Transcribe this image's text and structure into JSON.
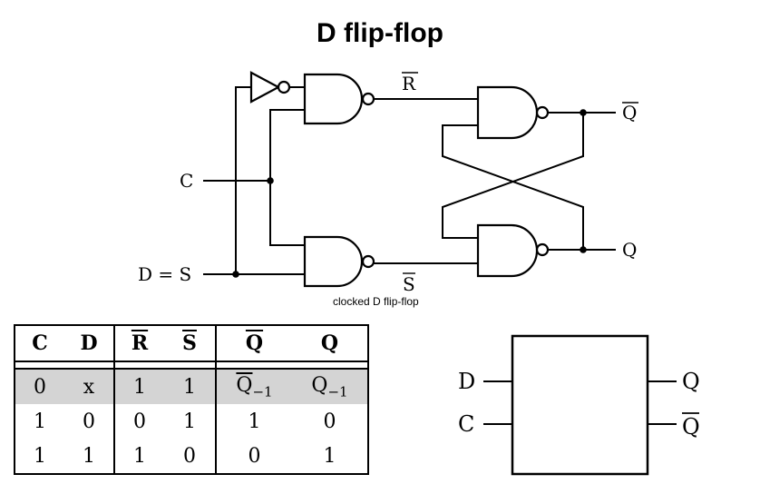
{
  "title": "D flip-flop",
  "circuit": {
    "caption": "clocked D flip-flop",
    "inputs": {
      "c": "C",
      "d": "D = S"
    },
    "internal": {
      "r_bar": "R",
      "s_bar": "S"
    },
    "outputs": {
      "q_bar": "Q",
      "q": "Q"
    }
  },
  "truth_table": {
    "headers": [
      "C",
      "D",
      "R",
      "S",
      "Q",
      "Q"
    ],
    "rows": [
      {
        "c": "0",
        "d": "x",
        "r": "1",
        "s": "1",
        "qbar": "Q",
        "qbar_sub": "−1",
        "q": "Q",
        "q_sub": "−1"
      },
      {
        "c": "1",
        "d": "0",
        "r": "0",
        "s": "1",
        "qbar": "1",
        "q": "0"
      },
      {
        "c": "1",
        "d": "1",
        "r": "1",
        "s": "0",
        "qbar": "0",
        "q": "1"
      }
    ]
  },
  "block_symbol": {
    "input_d": "D",
    "input_c": "C",
    "output_q": "Q",
    "output_q_bar": "Q"
  }
}
